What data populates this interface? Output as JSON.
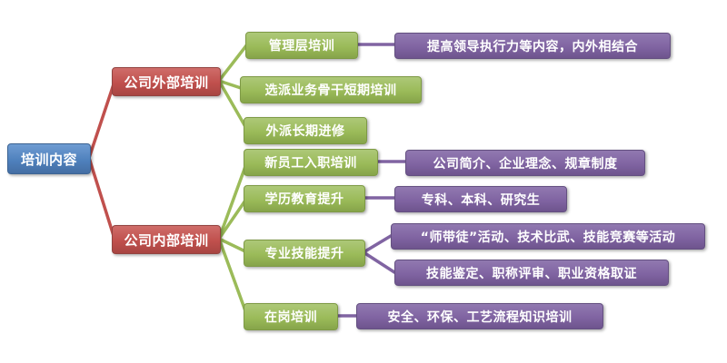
{
  "diagram": {
    "root": {
      "label": "培训内容"
    },
    "branches": [
      {
        "label": "公司外部培训",
        "children": [
          {
            "label": "管理层培训",
            "notes": [
              "提高领导执行力等内容，内外相结合"
            ]
          },
          {
            "label": "选派业务骨干短期培训",
            "notes": []
          },
          {
            "label": "外派长期进修",
            "notes": []
          }
        ]
      },
      {
        "label": "公司内部培训",
        "children": [
          {
            "label": "新员工入职培训",
            "notes": [
              "公司简介、企业理念、规章制度"
            ]
          },
          {
            "label": "学历教育提升",
            "notes": [
              "专科、本科、研究生"
            ]
          },
          {
            "label": "专业技能提升",
            "notes": [
              "“师带徒”活动、技术比武、技能竞赛等活动",
              "技能鉴定、职称评审、职业资格取证"
            ]
          },
          {
            "label": "在岗培训",
            "notes": [
              "安全、环保、工艺流程知识培训"
            ]
          }
        ]
      }
    ],
    "colors": {
      "root": "#4f81bd",
      "level1": "#c0504d",
      "level2": "#9bbb59",
      "level3": "#8064a2"
    }
  }
}
